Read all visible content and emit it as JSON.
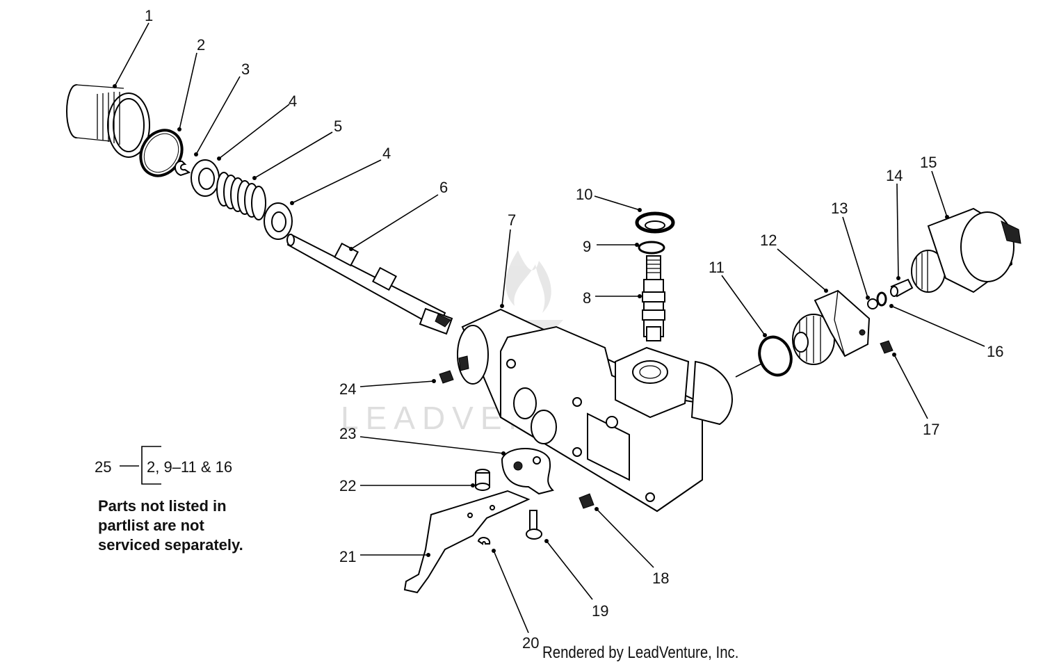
{
  "callouts": [
    {
      "id": "1",
      "label": "1"
    },
    {
      "id": "2",
      "label": "2"
    },
    {
      "id": "3",
      "label": "3"
    },
    {
      "id": "4a",
      "label": "4"
    },
    {
      "id": "5",
      "label": "5"
    },
    {
      "id": "4b",
      "label": "4"
    },
    {
      "id": "6",
      "label": "6"
    },
    {
      "id": "7",
      "label": "7"
    },
    {
      "id": "10",
      "label": "10"
    },
    {
      "id": "9",
      "label": "9"
    },
    {
      "id": "8",
      "label": "8"
    },
    {
      "id": "11",
      "label": "11"
    },
    {
      "id": "12",
      "label": "12"
    },
    {
      "id": "13",
      "label": "13"
    },
    {
      "id": "14",
      "label": "14"
    },
    {
      "id": "15",
      "label": "15"
    },
    {
      "id": "16",
      "label": "16"
    },
    {
      "id": "17",
      "label": "17"
    },
    {
      "id": "24",
      "label": "24"
    },
    {
      "id": "23",
      "label": "23"
    },
    {
      "id": "22",
      "label": "22"
    },
    {
      "id": "21",
      "label": "21"
    },
    {
      "id": "18",
      "label": "18"
    },
    {
      "id": "19",
      "label": "19"
    },
    {
      "id": "20",
      "label": "20"
    }
  ],
  "kit": {
    "label": "25",
    "parts": "2, 9–11 & 16"
  },
  "note": {
    "line1": "Parts not listed in",
    "line2": "partlist are not",
    "line3": "serviced separately."
  },
  "credit": "Rendered by LeadVenture, Inc.",
  "watermark": "LEADVENTURE"
}
